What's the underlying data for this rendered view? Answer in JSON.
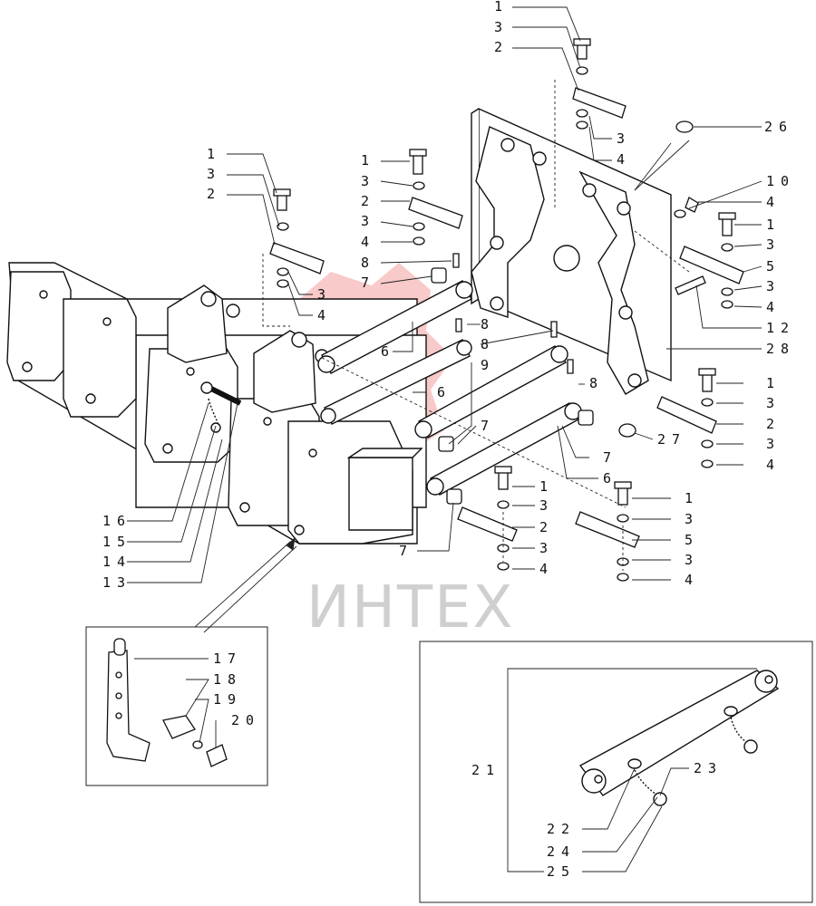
{
  "watermark": {
    "text": "ИНТЕХ",
    "color": "#f2a0a0"
  },
  "colors": {
    "line": "#111111",
    "leader": "#222222"
  },
  "callouts": {
    "c1": "1",
    "c2": "2",
    "c3": "3",
    "c4": "4",
    "c5": "5",
    "c6": "6",
    "c7": "7",
    "c8": "8",
    "c9": "9",
    "c10": "10",
    "c12": "12",
    "c13": "13",
    "c14": "14",
    "c15": "15",
    "c16": "16",
    "c17": "17",
    "c18": "18",
    "c19": "19",
    "c20": "20",
    "c21": "21",
    "c22": "22",
    "c23": "23",
    "c24": "24",
    "c25": "25",
    "c26": "26",
    "c27": "27",
    "c28": "28"
  }
}
